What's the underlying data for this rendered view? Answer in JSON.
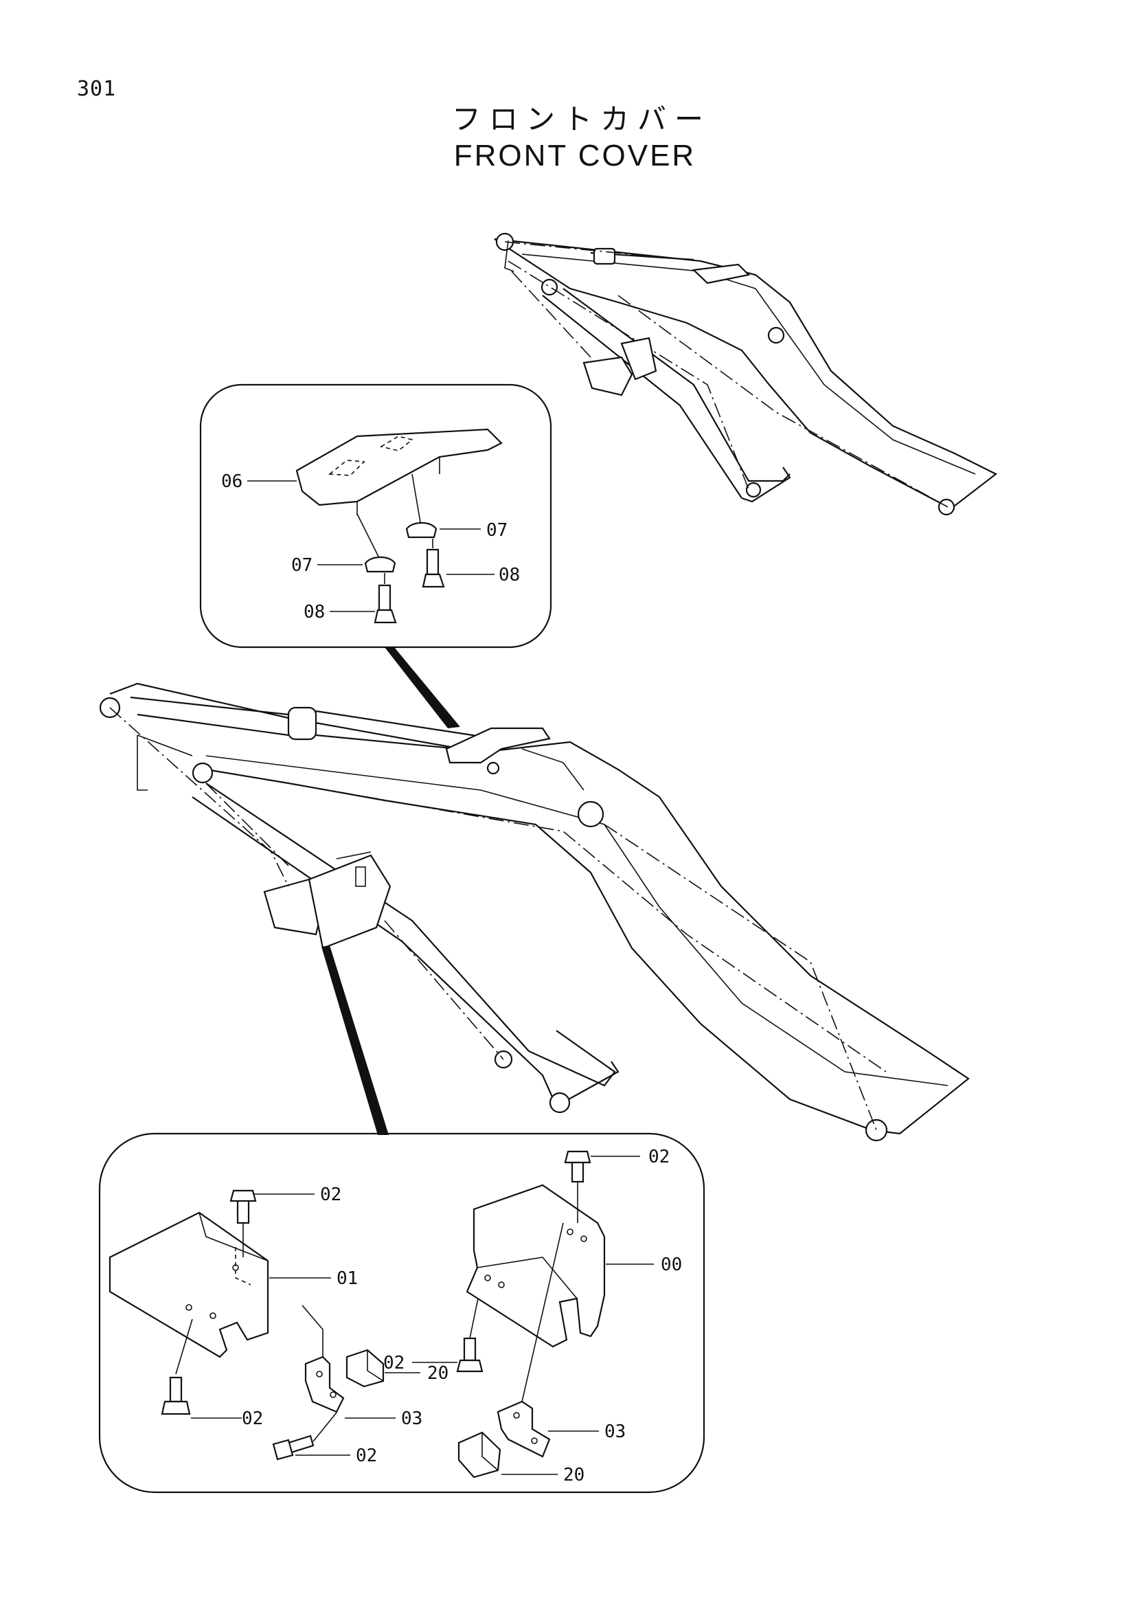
{
  "page_number": "301",
  "title_jp": "フロントカバー",
  "title_en": "FRONT COVER",
  "callouts": {
    "upper_panel": [
      "06",
      "07",
      "07",
      "08",
      "08"
    ],
    "lower_panel": [
      "02",
      "02",
      "01",
      "00",
      "02",
      "20",
      "02",
      "03",
      "03",
      "02",
      "20"
    ]
  }
}
